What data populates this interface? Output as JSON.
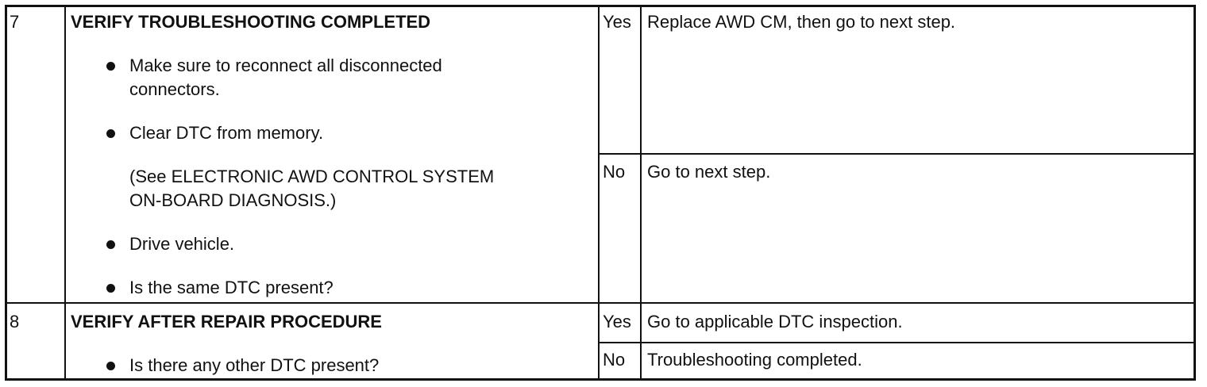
{
  "rows": [
    {
      "step": "7",
      "title": "VERIFY TROUBLESHOOTING COMPLETED",
      "bullets": [
        {
          "line1": "Make sure to reconnect all disconnected",
          "line2": "connectors."
        },
        {
          "line1": "Clear DTC from memory."
        },
        {
          "note1": "(See ELECTRONIC AWD CONTROL SYSTEM",
          "note2": "ON-BOARD DIAGNOSIS.)"
        },
        {
          "line1": "Drive vehicle."
        },
        {
          "line1": "Is the same DTC present?"
        }
      ],
      "yes_label": "Yes",
      "yes_action": "Replace AWD CM, then go to next step.",
      "no_label": "No",
      "no_action": "Go to next step."
    },
    {
      "step": "8",
      "title": "VERIFY AFTER REPAIR PROCEDURE",
      "bullets": [
        {
          "line1": "Is there any other DTC present?"
        }
      ],
      "yes_label": "Yes",
      "yes_action": "Go to applicable DTC inspection.",
      "no_label": "No",
      "no_action": "Troubleshooting completed."
    }
  ]
}
